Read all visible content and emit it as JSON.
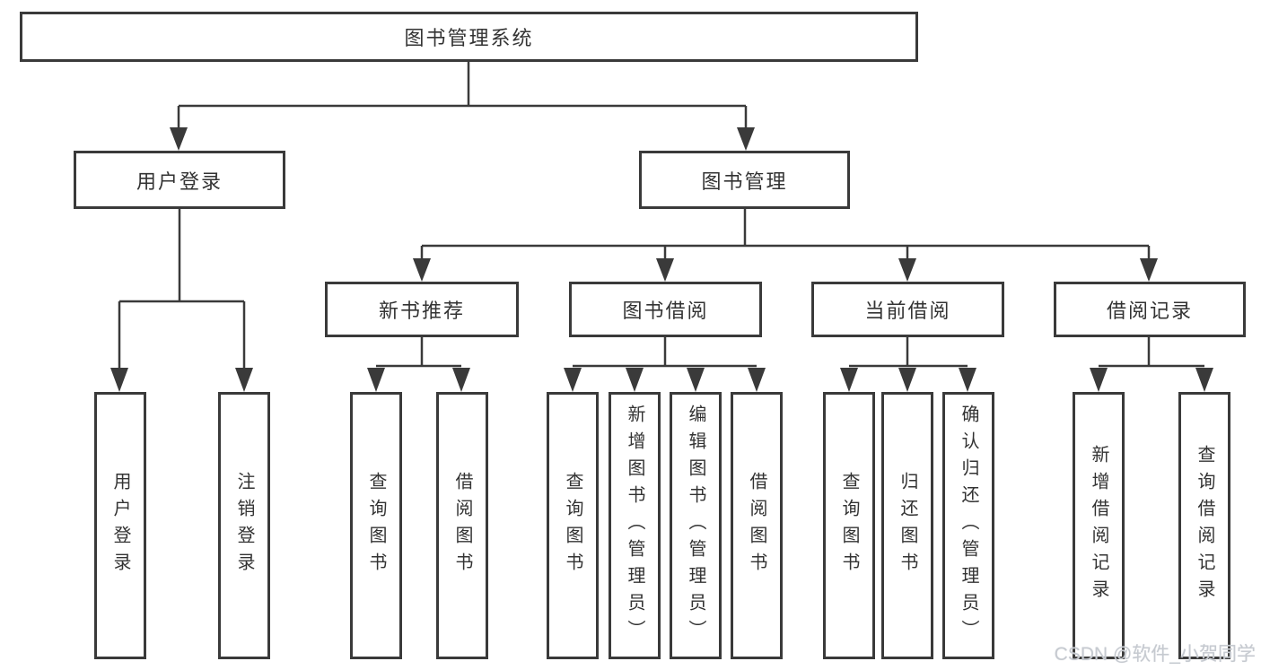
{
  "diagram": {
    "title": "图书管理系统",
    "root": {
      "label": "图书管理系统"
    },
    "level2": [
      {
        "label": "用户登录"
      },
      {
        "label": "图书管理"
      }
    ],
    "level3": [
      {
        "label": "新书推荐"
      },
      {
        "label": "图书借阅"
      },
      {
        "label": "当前借阅"
      },
      {
        "label": "借阅记录"
      }
    ],
    "leaves": [
      {
        "label": "用户登录"
      },
      {
        "label": "注销登录"
      },
      {
        "label": "查询图书"
      },
      {
        "label": "借阅图书"
      },
      {
        "label": "查询图书"
      },
      {
        "label": "新增图书（管理员）"
      },
      {
        "label": "编辑图书（管理员）"
      },
      {
        "label": "借阅图书"
      },
      {
        "label": "查询图书"
      },
      {
        "label": "归还图书"
      },
      {
        "label": "确认归还（管理员）"
      },
      {
        "label": "新增借阅记录"
      },
      {
        "label": "查询借阅记录"
      }
    ]
  },
  "watermark": {
    "text": "CSDN @软件_小贺同学"
  },
  "colors": {
    "line": "#3a3a3a",
    "border": "#3a3a3a",
    "text": "#333333",
    "background": "#ffffff",
    "watermark": "#c6cad0"
  }
}
